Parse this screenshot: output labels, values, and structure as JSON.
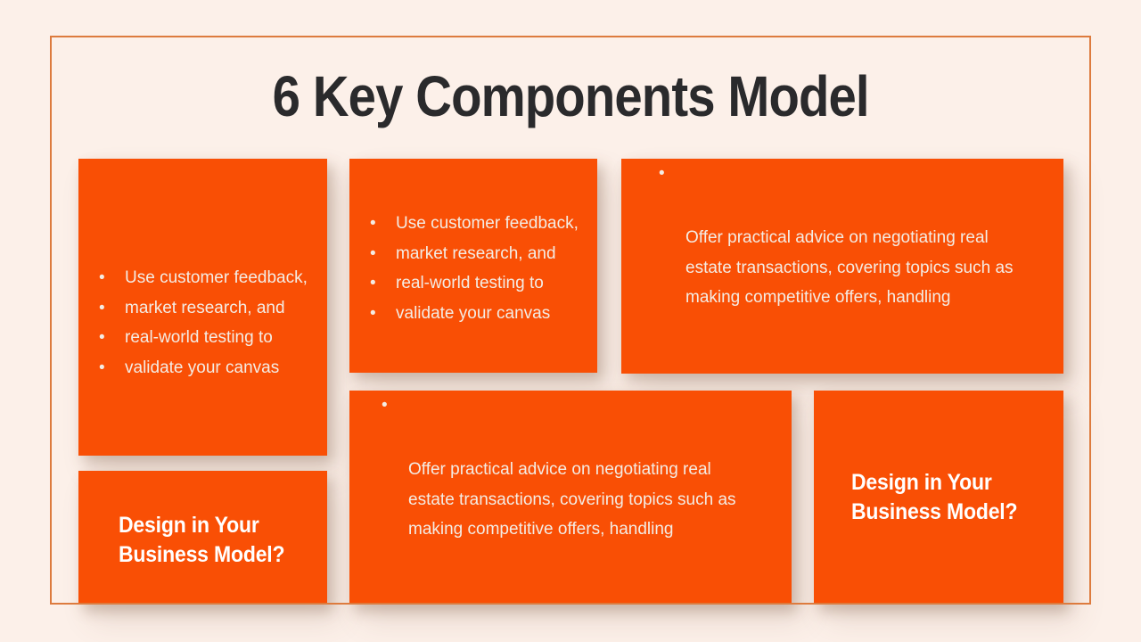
{
  "slide": {
    "title": "6 Key Components Model",
    "bullet_glyph": "•",
    "cards": [
      {
        "name": "validate-canvas-top-left",
        "style": "bulleted-lines",
        "lines": [
          "Use customer feedback,",
          "market research, and",
          "real-world testing to",
          "validate your canvas"
        ]
      },
      {
        "name": "validate-canvas-top-middle",
        "style": "bulleted-lines",
        "lines": [
          "Use customer feedback,",
          "market research, and",
          "real-world testing to",
          "validate your canvas"
        ]
      },
      {
        "name": "negotiation-advice-top-right",
        "style": "bulleted-paragraph",
        "lines": [
          "Offer practical advice on negotiating real",
          "estate transactions, covering topics such as",
          "making competitive offers, handling"
        ]
      },
      {
        "name": "design-question-bottom-left",
        "style": "heading",
        "lines": [
          "Design in Your",
          "Business Model?"
        ]
      },
      {
        "name": "negotiation-advice-bottom-middle",
        "style": "bulleted-paragraph",
        "lines": [
          "Offer practical advice on negotiating real",
          "estate transactions, covering topics such as",
          "making competitive offers, handling"
        ]
      },
      {
        "name": "design-question-bottom-right",
        "style": "heading",
        "lines": [
          "Design in Your",
          "Business Model?"
        ]
      }
    ],
    "colors": {
      "background": "#fcf0e9",
      "frame_border": "#dd7b3e",
      "card_background": "#f94f05",
      "card_text": "#f4ece4",
      "heading_text": "#ffffff",
      "title_text": "#2a2a2c"
    }
  }
}
